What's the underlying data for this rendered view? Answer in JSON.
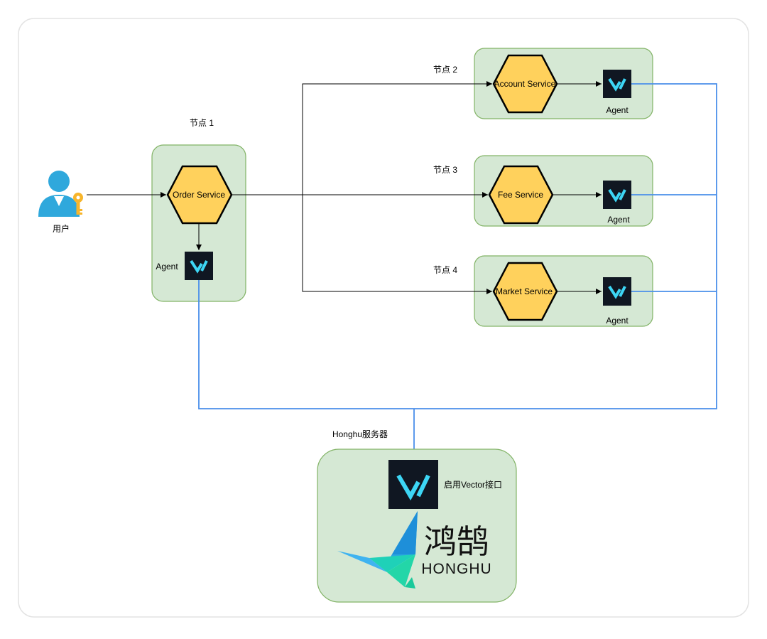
{
  "nodes": [
    {
      "id": "node1",
      "label": "节点 1",
      "service": "Order Service",
      "agent": "Agent"
    },
    {
      "id": "node2",
      "label": "节点 2",
      "service": "Account Service",
      "agent": "Agent"
    },
    {
      "id": "node3",
      "label": "节点 3",
      "service": "Fee Service",
      "agent": "Agent"
    },
    {
      "id": "node4",
      "label": "节点 4",
      "service": "Market Service",
      "agent": "Agent"
    }
  ],
  "user": {
    "label": "用户"
  },
  "server": {
    "title": "Honghu服务器",
    "vector_label": "启用Vector接口",
    "brand_cn": "鸿鹄",
    "brand_en": "HONGHU"
  },
  "colors": {
    "node_fill": "#d5e8d4",
    "node_stroke": "#82b366",
    "hex_fill": "#ffd15c",
    "hex_stroke": "#000000",
    "arrow_black": "#000000",
    "line_blue": "#4a8fea",
    "vector_icon_bg": "#101722",
    "vector_icon_fg": "#3dd6f5"
  }
}
